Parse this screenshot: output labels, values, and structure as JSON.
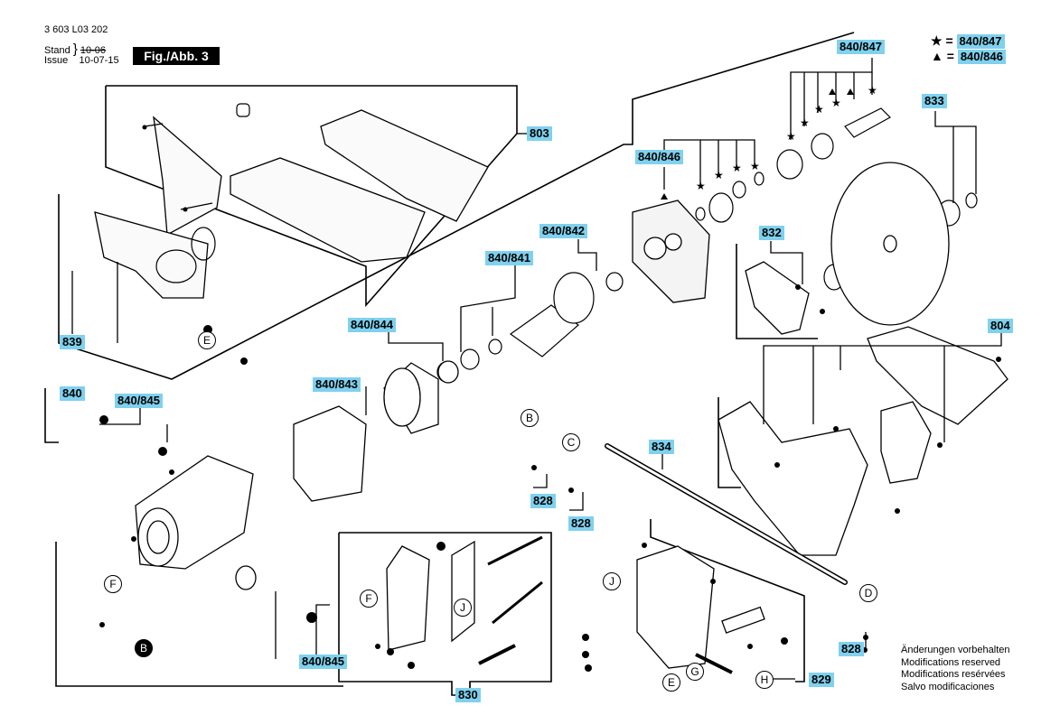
{
  "header": {
    "doc_number": "3 603 L03 202",
    "stand_label": "Stand",
    "issue_label": "Issue",
    "stand_date_old": "10-06",
    "issue_date": "10-07-15",
    "fig_label": "Fig./Abb. 3"
  },
  "legend": {
    "star_symbol": "★ =",
    "star_ref": "840/847",
    "triangle_symbol": "▲ =",
    "triangle_ref": "840/846"
  },
  "part_labels": {
    "p840_847": "840/847",
    "p833": "833",
    "p803": "803",
    "p840_846": "840/846",
    "p840_842": "840/842",
    "p840_841": "840/841",
    "p832": "832",
    "p839": "839",
    "p840_844": "840/844",
    "p804": "804",
    "p840": "840",
    "p840_843": "840/843",
    "p840_845_top": "840/845",
    "p834": "834",
    "p828_a": "828",
    "p828_b": "828",
    "p828_c": "828",
    "p840_845_bottom": "840/845",
    "p830": "830",
    "p829": "829"
  },
  "callouts": {
    "e1": "E",
    "b1": "B",
    "c1": "C",
    "f1": "F",
    "f2": "F",
    "b2": "B",
    "j1": "J",
    "j2": "J",
    "d1": "D",
    "e2": "E",
    "g1": "G",
    "h1": "H"
  },
  "notes": {
    "line1": "Änderungen vorbehalten",
    "line2": "Modifications reserved",
    "line3": "Modifications resérvées",
    "line4": "Salvo modificaciones"
  }
}
